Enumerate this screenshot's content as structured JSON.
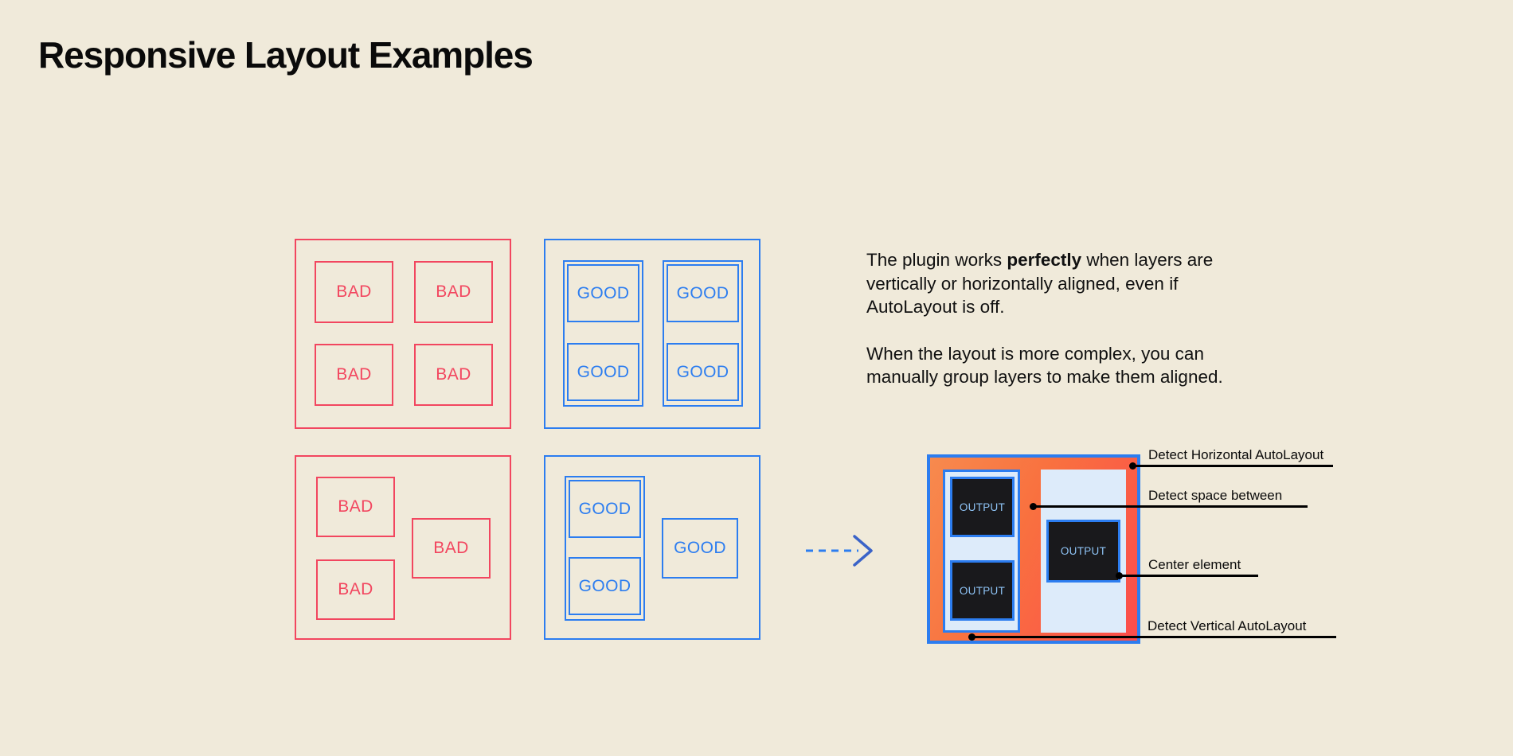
{
  "page": {
    "title": "Responsive Layout Examples",
    "background_color": "#F0EADA"
  },
  "colors": {
    "bad": "#F2465F",
    "good": "#2C7DF0",
    "text": "#111111",
    "orange_start": "#F78A4E",
    "orange_end": "#FB4C4C",
    "panel_light_blue": "#DDEBFA",
    "output_fill": "#19191C",
    "output_text": "#8EC3F5",
    "annotation": "#000000"
  },
  "examples": {
    "bad_label": "BAD",
    "good_label": "GOOD",
    "groups": [
      {
        "name": "grid-bad",
        "kind": "bad",
        "cells": [
          "BAD",
          "BAD",
          "BAD",
          "BAD"
        ]
      },
      {
        "name": "grid-good",
        "kind": "good",
        "cells": [
          "GOOD",
          "GOOD",
          "GOOD",
          "GOOD"
        ]
      },
      {
        "name": "offset-bad",
        "kind": "bad",
        "cells": [
          "BAD",
          "BAD",
          "BAD"
        ]
      },
      {
        "name": "offset-good",
        "kind": "good",
        "cells": [
          "GOOD",
          "GOOD",
          "GOOD"
        ]
      }
    ]
  },
  "copy": {
    "paragraph_1_part_1": "The plugin works ",
    "paragraph_1_bold": "perfectly",
    "paragraph_1_part_2": " when layers are vertically or horizontally aligned, even if AutoLayout is off.",
    "paragraph_2": "When the layout is more complex, you can manually group layers to make them aligned."
  },
  "arrow": {
    "icon": "dashed-arrow-right-icon",
    "style": "dashed",
    "color": "#2C7DF0"
  },
  "output_diagram": {
    "output_label": "OUTPUT",
    "boxes": [
      "OUTPUT",
      "OUTPUT",
      "OUTPUT"
    ],
    "annotations": [
      {
        "label": "Detect Horizontal AutoLayout"
      },
      {
        "label": "Detect space between"
      },
      {
        "label": "Center element"
      },
      {
        "label": "Detect Vertical AutoLayout"
      }
    ]
  }
}
